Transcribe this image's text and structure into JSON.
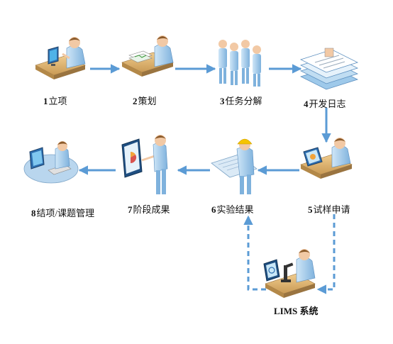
{
  "steps": [
    {
      "num": "1",
      "text": "立项",
      "icon": "person-at-desk-computer-icon"
    },
    {
      "num": "2",
      "text": "策划",
      "icon": "person-with-documents-icon"
    },
    {
      "num": "3",
      "text": "任务分解",
      "icon": "group-of-people-icon"
    },
    {
      "num": "4",
      "text": "开发日志",
      "icon": "stacked-documents-icon"
    },
    {
      "num": "5",
      "text": "试样申请",
      "icon": "person-with-tablet-icon"
    },
    {
      "num": "6",
      "text": "实验结果",
      "icon": "engineer-with-blueprint-icon"
    },
    {
      "num": "7",
      "text": "阶段成果",
      "icon": "presenter-with-chart-icon"
    },
    {
      "num": "8",
      "text": "结项/课题管理",
      "icon": "computer-workstation-icon"
    }
  ],
  "lims": {
    "text": "LIMS 系统",
    "icon": "lab-with-microscope-icon"
  },
  "colors": {
    "arrow": "#5b9bd5",
    "person": "#a9d1ee",
    "person_dark": "#5c8fbf",
    "skin": "#f2c9a5",
    "hair": "#8a5a2b",
    "desk": "#e3b97a",
    "desk_dark": "#b38848"
  }
}
